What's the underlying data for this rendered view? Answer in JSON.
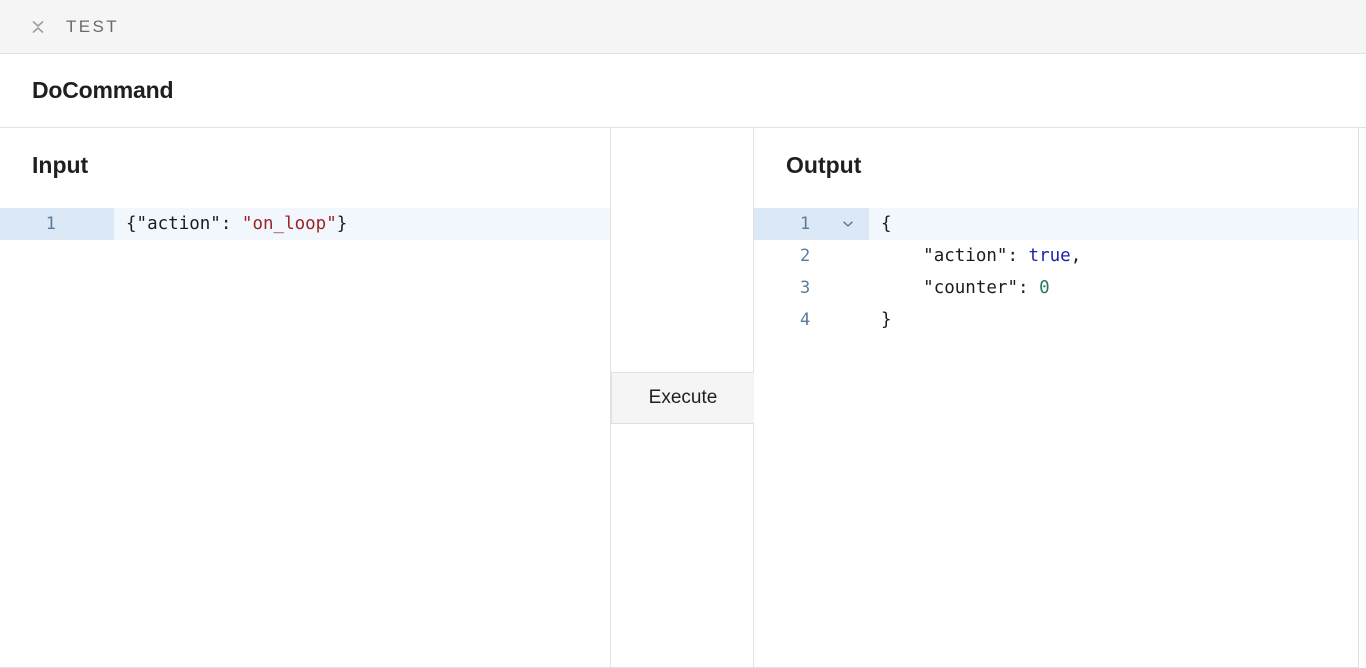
{
  "testbar": {
    "label": "TEST",
    "collapse_icon": "collapse-chevrons-icon"
  },
  "command": {
    "title": "DoCommand"
  },
  "input_panel": {
    "title": "Input",
    "lines": [
      {
        "number": "1",
        "active": true,
        "tokens": [
          {
            "text": "{",
            "type": "punct"
          },
          {
            "text": "\"action\"",
            "type": "key"
          },
          {
            "text": ": ",
            "type": "punct"
          },
          {
            "text": "\"on_loop\"",
            "type": "string"
          },
          {
            "text": "}",
            "type": "punct"
          }
        ]
      }
    ]
  },
  "middle_panel": {
    "execute_label": "Execute"
  },
  "output_panel": {
    "title": "Output",
    "lines": [
      {
        "number": "1",
        "active": true,
        "fold": "chevron-down-icon",
        "tokens": [
          {
            "text": "{",
            "type": "punct"
          }
        ]
      },
      {
        "number": "2",
        "active": false,
        "fold": null,
        "tokens": [
          {
            "text": "    ",
            "type": "punct"
          },
          {
            "text": "\"action\"",
            "type": "key"
          },
          {
            "text": ": ",
            "type": "punct"
          },
          {
            "text": "true",
            "type": "bool"
          },
          {
            "text": ",",
            "type": "punct"
          }
        ]
      },
      {
        "number": "3",
        "active": false,
        "fold": null,
        "tokens": [
          {
            "text": "    ",
            "type": "punct"
          },
          {
            "text": "\"counter\"",
            "type": "key"
          },
          {
            "text": ": ",
            "type": "punct"
          },
          {
            "text": "0",
            "type": "num"
          }
        ]
      },
      {
        "number": "4",
        "active": false,
        "fold": null,
        "tokens": [
          {
            "text": "}",
            "type": "punct"
          }
        ]
      }
    ]
  },
  "colors": {
    "string": "#9c2323",
    "boolean": "#1f1fa8",
    "number": "#2b7a55",
    "line_number": "#5b7d9b",
    "active_gutter": "#dbe9f6",
    "active_line": "#f1f7fd",
    "border": "#e2e2e2",
    "bar_background": "#f5f5f5"
  }
}
